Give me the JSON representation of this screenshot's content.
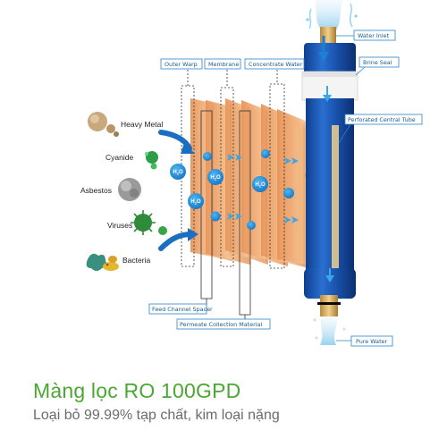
{
  "labels": {
    "outer_warp": "Outer Warp",
    "membrane": "Membrane",
    "concentrate_water": "Concentrate Water",
    "water_inlet": "Water Inlet",
    "brine_seal": "Brine Seal",
    "perforated_central_tube": "Perforated Central Tube",
    "feed_channel_spacer": "Feed Channel Spacer",
    "permeate_collection_material": "Permeate Collection Material",
    "pure_water": "Pure Water"
  },
  "pollutants": [
    "Heavy Metal",
    "Cyanide",
    "Asbestos",
    "Viruses",
    "Bacteria"
  ],
  "water_drop": {
    "main": "H",
    "sub": "2",
    "end": "O"
  },
  "footer": {
    "title": "Màng lọc RO 100GPD",
    "subtitle": "Loại bỏ 99.99% tạp chất, kim loại nặng"
  },
  "colors": {
    "accent_green": "#4aa832",
    "membrane_blue": "#1a55b0",
    "sheet_orange": "#f3b27d",
    "drop_blue": "#1e8fd8"
  }
}
